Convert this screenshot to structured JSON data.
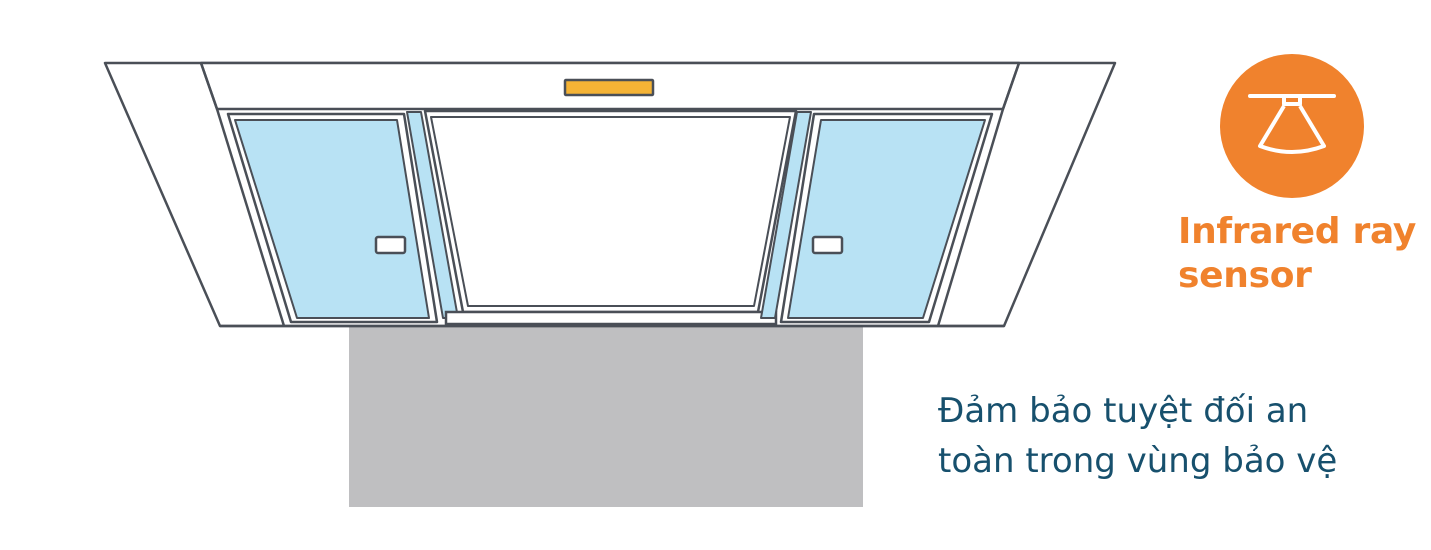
{
  "sensor": {
    "icon": "infrared-sensor-icon",
    "label_line1": "Infrared ray",
    "label_line2": "sensor",
    "color": "#f0822d"
  },
  "caption": {
    "line1": "Đảm bảo tuyệt đối an",
    "line2": "toàn trong vùng bảo vệ",
    "color": "#17506d"
  },
  "illustration": {
    "glass_color": "#b8e2f4",
    "floor_zone_color": "#bfbfc1",
    "sensor_bar_color": "#f5b335",
    "frame_stroke": "#4a4f57"
  }
}
